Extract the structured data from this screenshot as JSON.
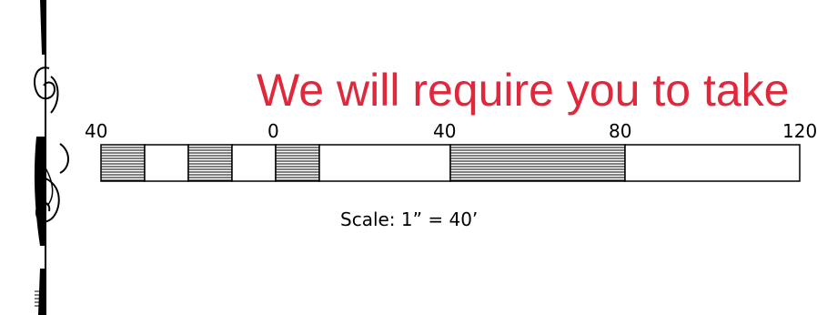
{
  "overlay": {
    "text": "We will require you to take"
  },
  "scale_bar": {
    "ticks": [
      "40",
      "0",
      "40",
      "80",
      "120"
    ],
    "caption": "Scale:  1”  =  40’",
    "segments": [
      {
        "from": -40,
        "to": -30,
        "filled": true
      },
      {
        "from": -30,
        "to": -20,
        "filled": false
      },
      {
        "from": -20,
        "to": -10,
        "filled": true
      },
      {
        "from": -10,
        "to": 0,
        "filled": false
      },
      {
        "from": 0,
        "to": 10,
        "filled": true
      },
      {
        "from": 10,
        "to": 40,
        "filled": false
      },
      {
        "from": 40,
        "to": 80,
        "filled": true
      },
      {
        "from": 80,
        "to": 120,
        "filled": false
      }
    ]
  },
  "colors": {
    "overlay_text": "#e0283c",
    "ink": "#000000"
  },
  "decoration": {
    "icon": "ornamental-border-icon"
  }
}
